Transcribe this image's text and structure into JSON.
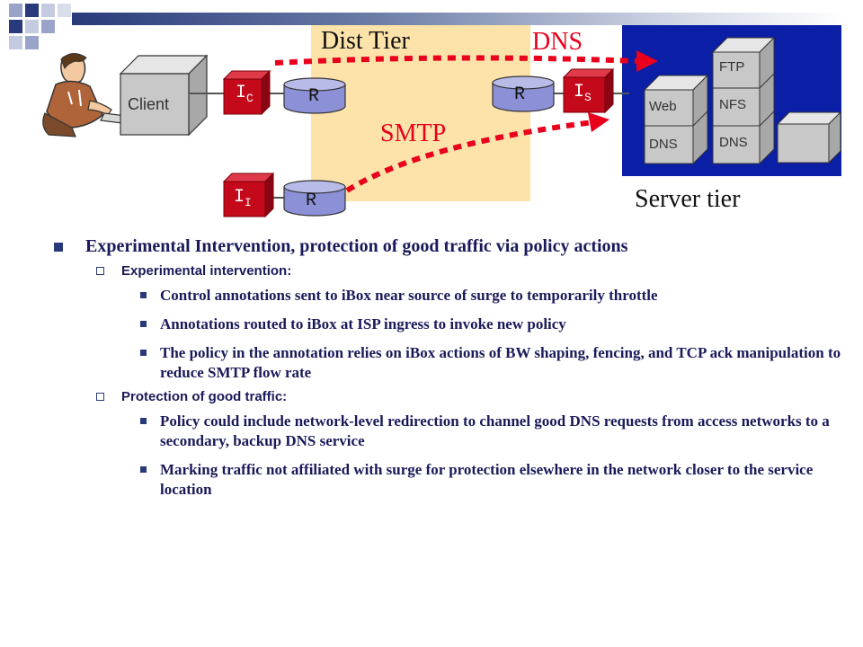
{
  "diagram": {
    "dist_tier_label": "Dist Tier",
    "smtp_label": "SMTP",
    "dns_label": "DNS",
    "server_tier_label": "Server tier",
    "client_label": "Client",
    "ibox_client": "I",
    "ibox_client_sub": "C",
    "ibox_server": "I",
    "ibox_server_sub": "S",
    "ibox_isp": "I",
    "ibox_isp_sub": "I",
    "router_label": "R",
    "servers": {
      "web": "Web",
      "dns_left": "DNS",
      "ftp": "FTP",
      "nfs": "NFS",
      "dns_right": "DNS"
    },
    "colors": {
      "dist_tier": "#fde3a9",
      "server_tier": "#0a1ea6",
      "ibox": "#c40a1a",
      "router": "#8c90d6",
      "dotted_arrow": "#e8001c",
      "text": "#1a1a5a"
    }
  },
  "content": {
    "main_bullet": "Experimental Intervention, protection of good traffic via policy actions",
    "sections": [
      {
        "heading": "Experimental intervention:",
        "items": [
          "Control annotations sent to iBox near source of surge to temporarily throttle",
          "Annotations routed to iBox at ISP ingress to invoke new policy",
          "The policy in the annotation relies on iBox actions of BW shaping, fencing, and TCP ack manipulation to reduce SMTP flow rate"
        ]
      },
      {
        "heading": "Protection of good traffic:",
        "items": [
          "Policy could include network-level redirection to channel good DNS requests from access networks to a secondary, backup DNS service",
          "Marking traffic not affiliated with surge for protection elsewhere in the network closer to the service location"
        ]
      }
    ]
  }
}
